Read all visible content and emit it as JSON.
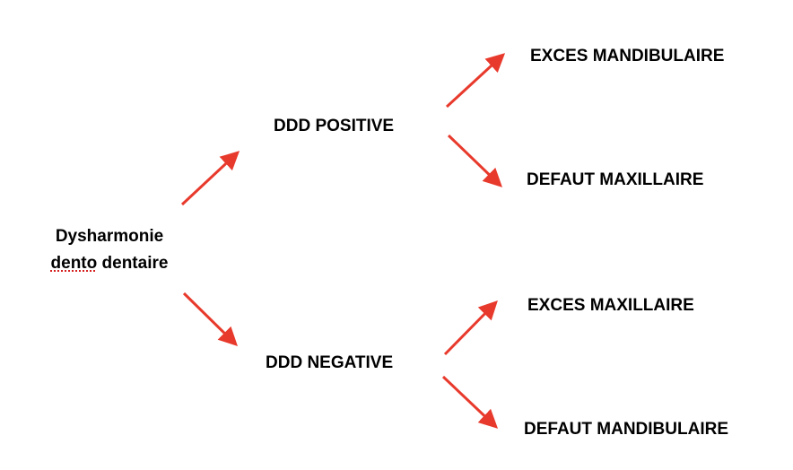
{
  "colors": {
    "arrow": "#e83a2c",
    "text": "#000000",
    "spellcheck_underline": "#d62020"
  },
  "root": {
    "line1": "Dysharmonie",
    "line2_word1": "dento",
    "line2_word2": "dentaire"
  },
  "branches": {
    "positive": {
      "label": "DDD POSITIVE",
      "children": [
        "EXCES MANDIBULAIRE",
        "DEFAUT MAXILLAIRE"
      ]
    },
    "negative": {
      "label": "DDD NEGATIVE",
      "children": [
        "EXCES MAXILLAIRE",
        "DEFAUT MANDIBULAIRE"
      ]
    }
  }
}
